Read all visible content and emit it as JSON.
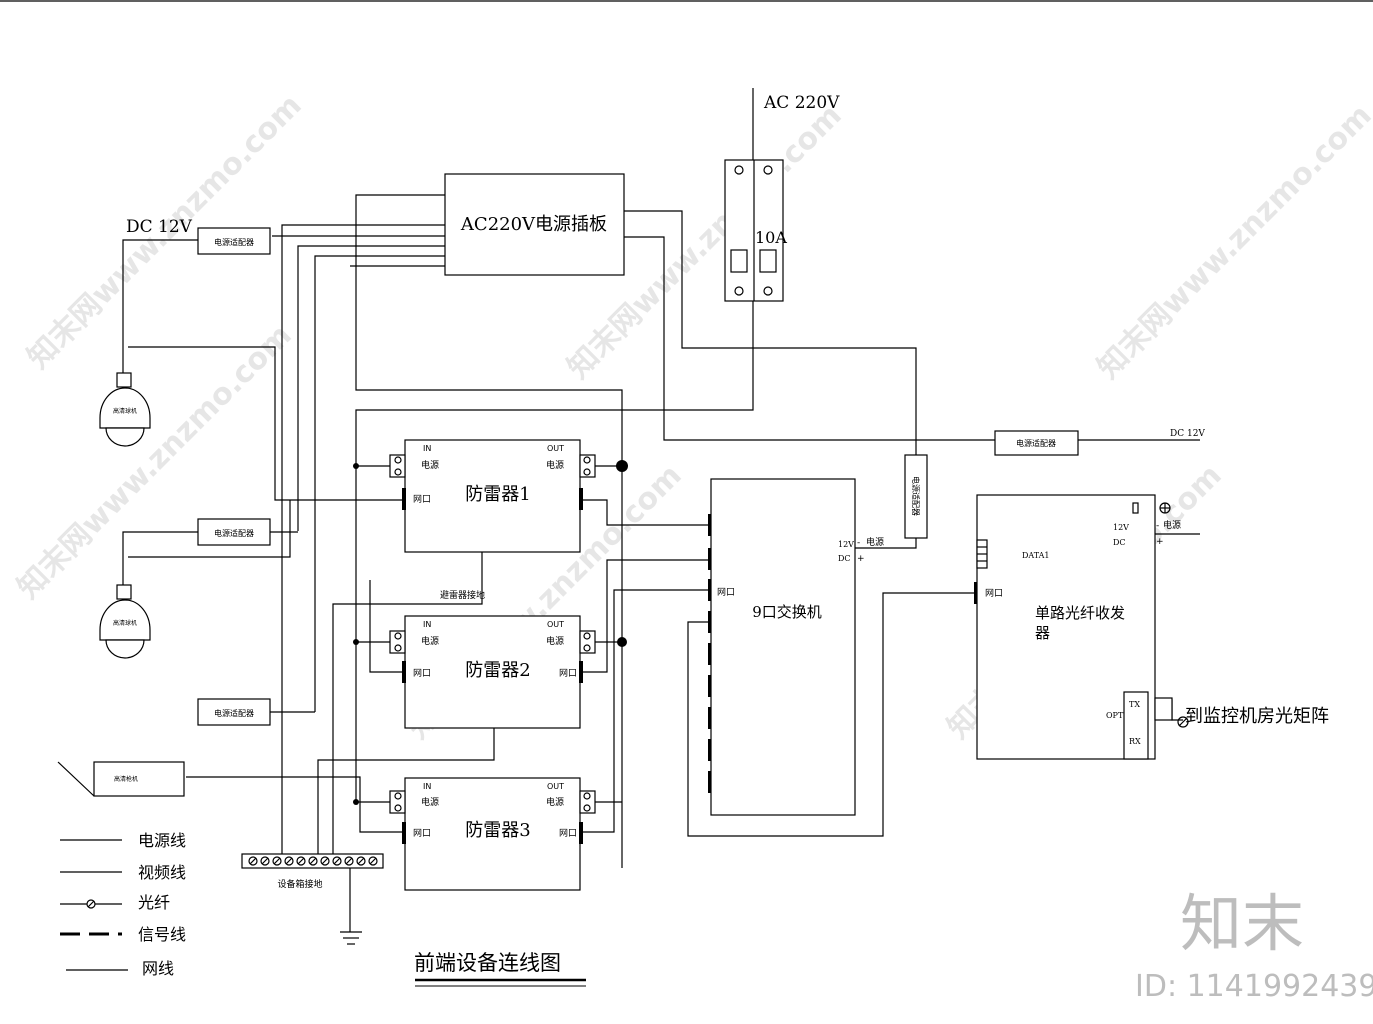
{
  "title": "前端设备连线图",
  "power_in": {
    "ac_label": "AC 220V",
    "breaker_rating": "10A"
  },
  "power_strip": {
    "label": "AC220V电源插板"
  },
  "dc_top_label": "DC 12V",
  "adapters": {
    "label": "电源适配器"
  },
  "cameras": {
    "label": "高清球机"
  },
  "bullet_camera": {
    "label": "高清枪机"
  },
  "arresters": [
    {
      "label": "防雷器1"
    },
    {
      "label": "防雷器2"
    },
    {
      "label": "防雷器3"
    }
  ],
  "arrester_ports": {
    "in": "IN",
    "out": "OUT",
    "power": "电源",
    "net": "网口",
    "minus": "-",
    "plus": "+"
  },
  "arrester_ground": "避雷器接地",
  "switch": {
    "label": "9口交换机",
    "net": "网口",
    "v12": "12V",
    "dc": "DC",
    "power": "电源",
    "minus": "-",
    "plus": "+"
  },
  "fiber": {
    "label_line1": "单路光纤收发",
    "label_line2": "器",
    "data1": "DATA1",
    "net": "网口",
    "v12": "12V",
    "dc": "DC",
    "power": "电源",
    "opt": "OPT",
    "tx": "TX",
    "rx": "RX",
    "minus": "-",
    "plus": "+"
  },
  "to_matrix": "到监控机房光矩阵",
  "dc_right_label": "DC 12V",
  "ground_bar": {
    "label": "设备箱接地"
  },
  "legend": {
    "items": [
      {
        "label": "电源线"
      },
      {
        "label": "视频线"
      },
      {
        "label": "光纤"
      },
      {
        "label": "信号线"
      },
      {
        "label": "网线"
      }
    ]
  },
  "watermark": {
    "text": "知末网www.znzmo.com",
    "brand": "知末",
    "id": "ID: 1141992439"
  }
}
